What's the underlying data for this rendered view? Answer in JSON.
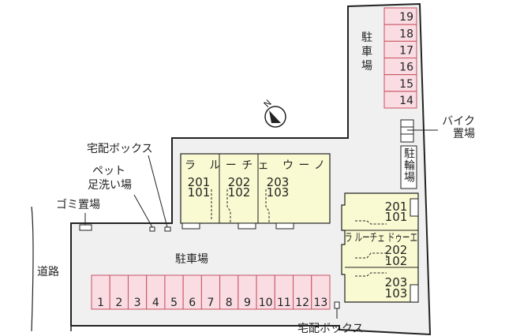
{
  "labels": {
    "parking_top": "駐車場",
    "parking_main": "駐車場",
    "bike_parking": "バイク置場",
    "bicycle_parking": "駐輪場",
    "delivery_box_top": "宅配ボックス",
    "delivery_box_bottom": "宅配ボックス",
    "pet_wash": "ペット足洗い場",
    "garbage": "ゴミ置場",
    "road": "道路"
  },
  "compass": {
    "label": "N"
  },
  "parking_spaces_bottom": [
    "1",
    "2",
    "3",
    "4",
    "5",
    "6",
    "7",
    "8",
    "9",
    "10",
    "11",
    "12",
    "13"
  ],
  "parking_spaces_right": [
    "19",
    "18",
    "17",
    "16",
    "15",
    "14"
  ],
  "building_uno": {
    "name": "ラ ルーチェ ウーノ",
    "units": [
      {
        "upper": "201",
        "lower": "101"
      },
      {
        "upper": "202",
        "lower": "102"
      },
      {
        "upper": "203",
        "lower": "103"
      }
    ]
  },
  "building_due": {
    "name": "ラ ルーチェ ドゥーエ",
    "units": [
      {
        "upper": "201",
        "lower": "101"
      },
      {
        "upper": "202",
        "lower": "102"
      },
      {
        "upper": "203",
        "lower": "103"
      }
    ]
  },
  "colors": {
    "parking": "#f9dde3",
    "parking_border": "#c8505f",
    "building": "#fafad2",
    "lot": "#f0f0f0"
  }
}
